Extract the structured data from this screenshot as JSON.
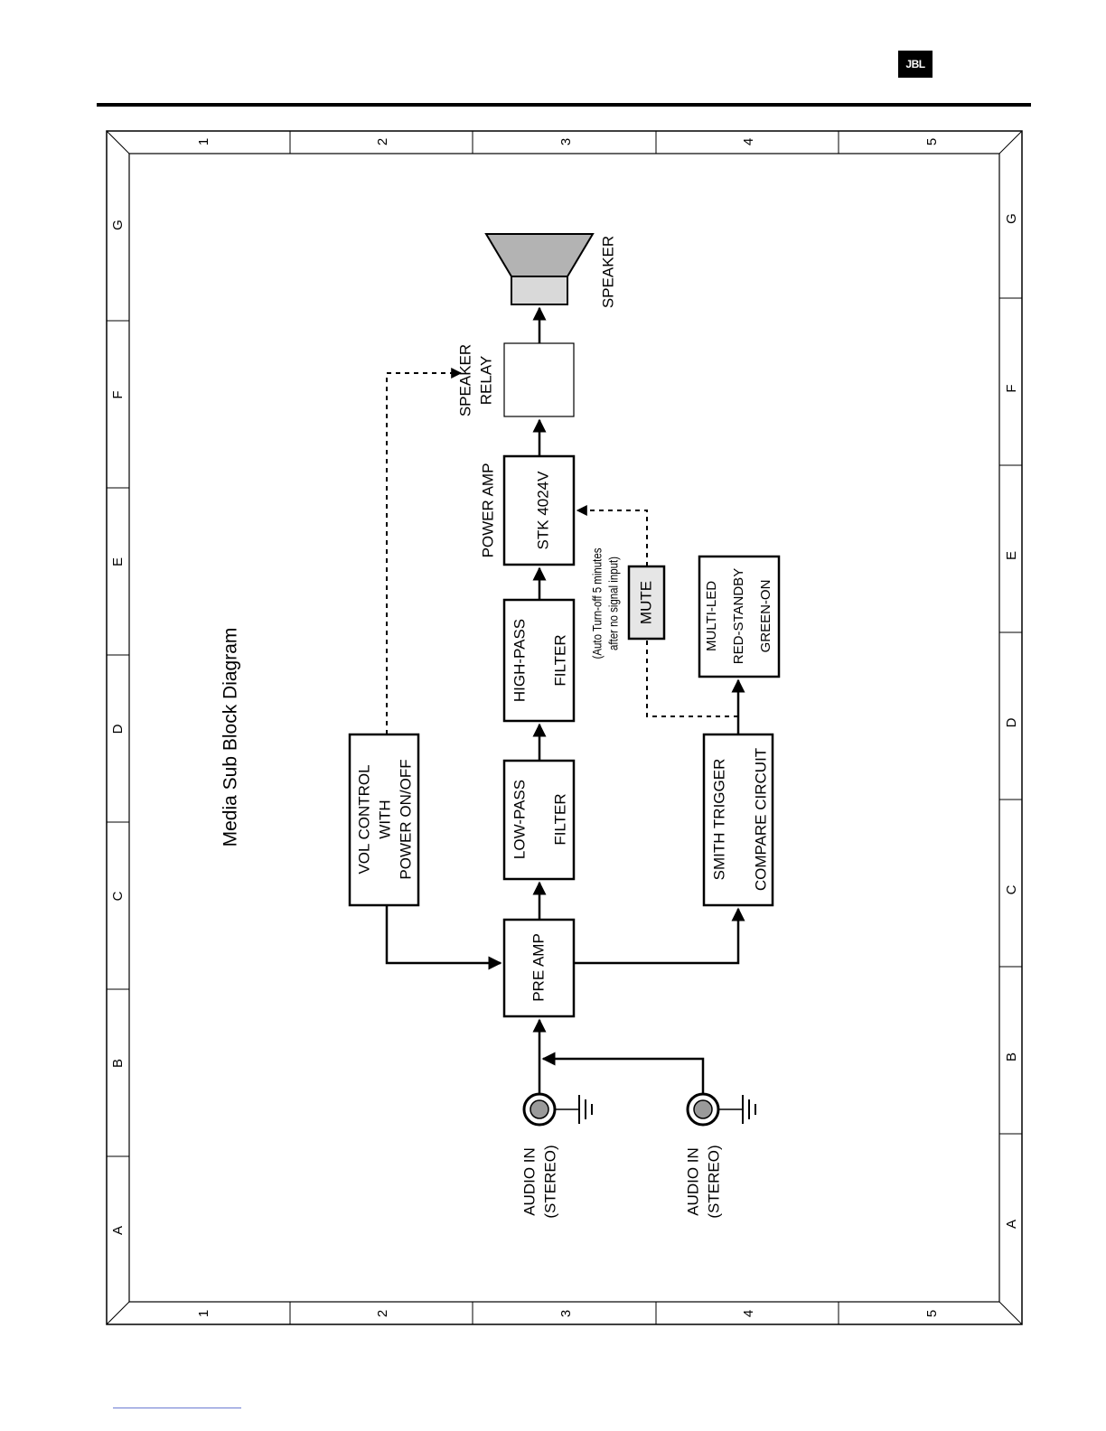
{
  "header": {
    "logo_text": "JBL"
  },
  "frame": {
    "col_labels": [
      "1",
      "2",
      "3",
      "4",
      "5"
    ],
    "row_labels": [
      "A",
      "B",
      "C",
      "D",
      "E",
      "F",
      "G"
    ]
  },
  "diagram": {
    "title": "Media Sub Block Diagram",
    "audio_in_1": [
      "AUDIO IN",
      "(STEREO)"
    ],
    "audio_in_2": [
      "AUDIO IN",
      "(STEREO)"
    ],
    "pre_amp": "PRE AMP",
    "vol_control": [
      "VOL CONTROL",
      "WITH",
      "POWER ON/OFF"
    ],
    "low_pass": [
      "LOW-PASS",
      "FILTER"
    ],
    "high_pass": [
      "HIGH-PASS",
      "FILTER"
    ],
    "power_amp_label": "POWER AMP",
    "power_amp_chip": "STK 4024V",
    "speaker_relay": [
      "SPEAKER",
      "RELAY"
    ],
    "speaker": "SPEAKER",
    "smith_trigger": [
      "SMITH TRIGGER",
      "COMPARE CIRCUIT"
    ],
    "multi_led": [
      "MULTI-LED",
      "RED-STANDBY",
      "GREEN-ON"
    ],
    "mute": "MUTE",
    "auto_note": [
      "(Auto Turn-off 5 minutes",
      "after no signal input)"
    ]
  }
}
